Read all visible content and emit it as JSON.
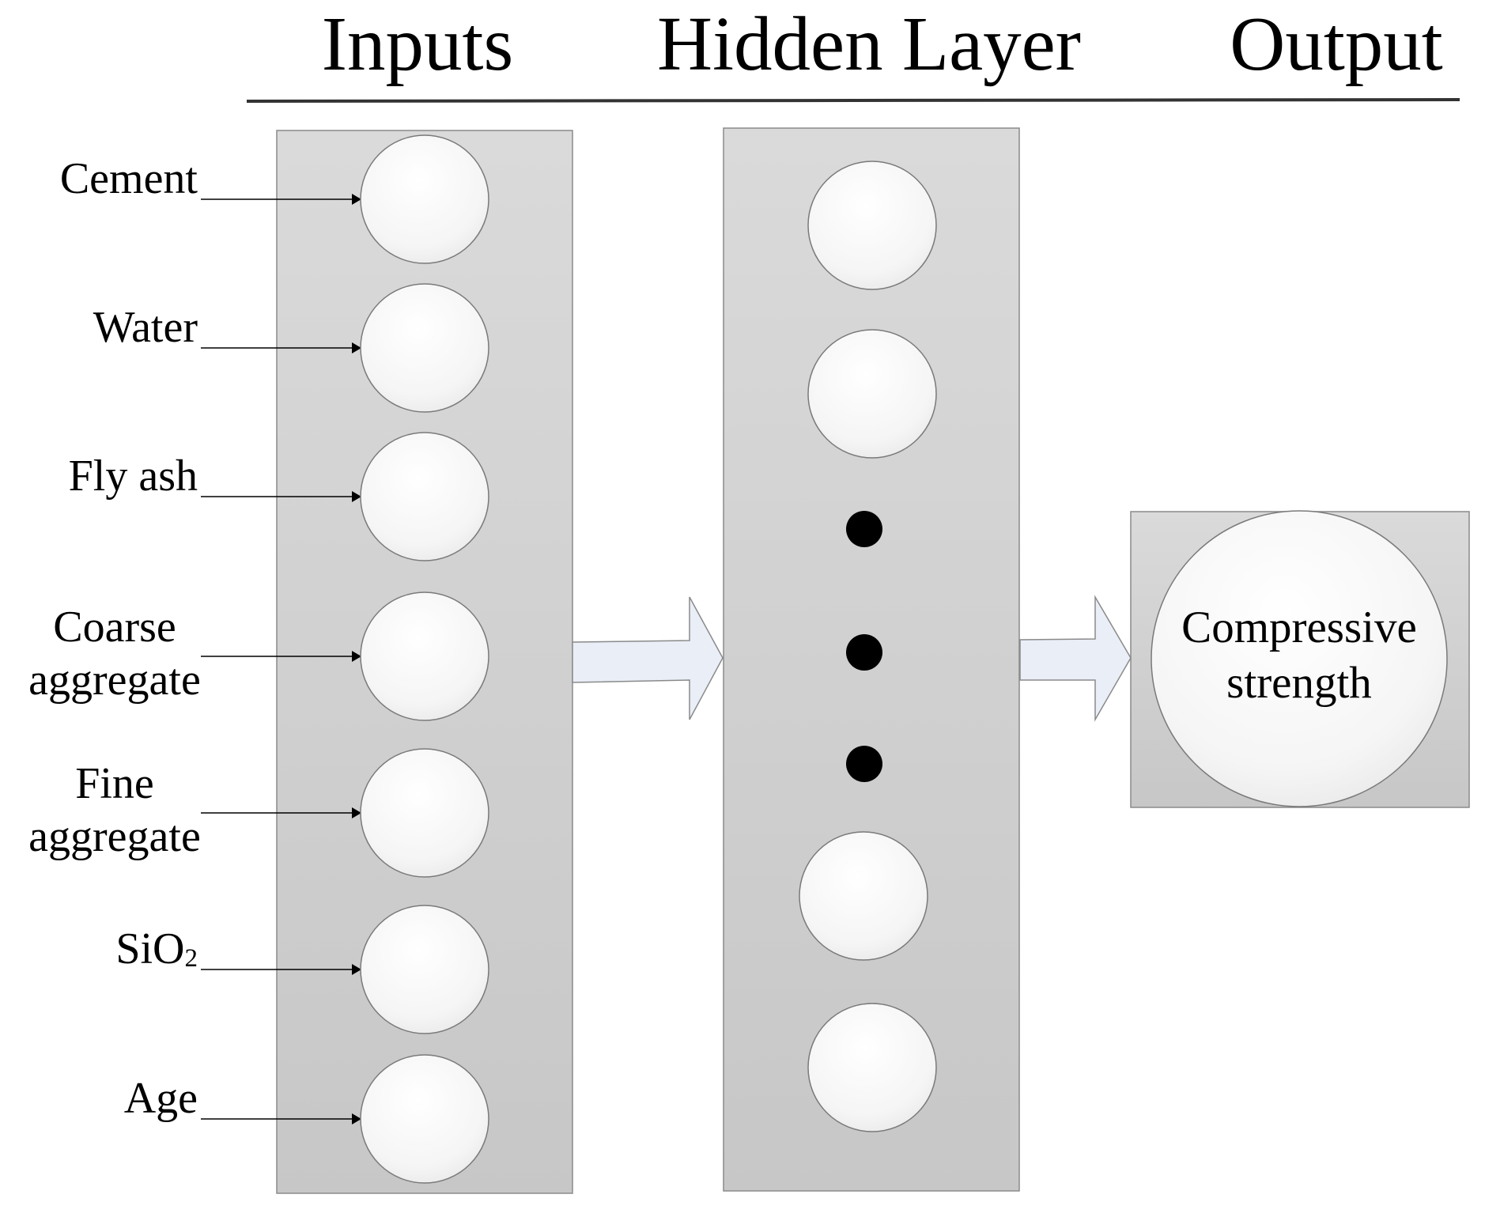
{
  "headers": {
    "inputs": "Inputs",
    "hidden": "Hidden Layer",
    "output": "Output"
  },
  "inputs": [
    {
      "lines": [
        "Cement"
      ]
    },
    {
      "lines": [
        "Water"
      ]
    },
    {
      "lines": [
        "Fly ash"
      ]
    },
    {
      "lines": [
        "Coarse",
        "aggregate"
      ]
    },
    {
      "lines": [
        "Fine",
        "aggregate"
      ]
    },
    {
      "main": "SiO",
      "sub": "2"
    },
    {
      "lines": [
        "Age"
      ]
    }
  ],
  "hidden": {
    "nodes_before_ellipsis": 2,
    "ellipsis_dots": 3,
    "nodes_after_ellipsis": 2
  },
  "output": {
    "lines": [
      "Compressive",
      "strength"
    ]
  },
  "colors": {
    "panel_fill": "#d2d2d2",
    "panel_border": "#8a8a8a",
    "node_fill": "#f7f7f7",
    "arrow_fill": "#e9eef7",
    "rule": "#333333"
  }
}
